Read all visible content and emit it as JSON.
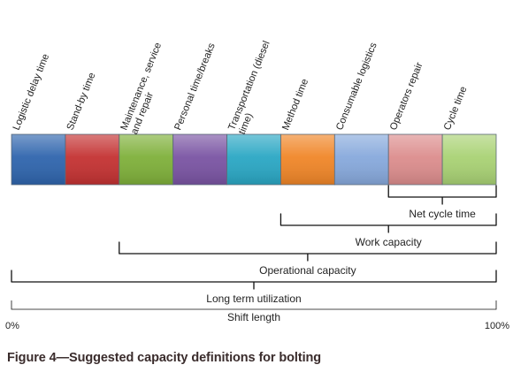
{
  "diagram": {
    "segments": [
      {
        "label": "Logistic delay time",
        "color": "#2f65ad",
        "wrap": [
          "Logistic delay time"
        ]
      },
      {
        "label": "Stand-by time",
        "color": "#c43232",
        "wrap": [
          "Stand-by time"
        ]
      },
      {
        "label": "Maintenance, service and repair",
        "color": "#7fb03a",
        "wrap": [
          "Maintenance, service",
          "and repair"
        ]
      },
      {
        "label": "Personal time/breaks",
        "color": "#7a54a3",
        "wrap": [
          "Personal time/breaks"
        ]
      },
      {
        "label": "Transportation (diesel time)",
        "color": "#2aa7c4",
        "wrap": [
          "Transportation (diesel",
          "time)"
        ]
      },
      {
        "label": "Method time",
        "color": "#f08628",
        "wrap": [
          "Method time"
        ]
      },
      {
        "label": "Consumable logistics",
        "color": "#87a9dc",
        "wrap": [
          "Consumable logistics"
        ]
      },
      {
        "label": "Operators repair",
        "color": "#dc8d8d",
        "wrap": [
          "Operators repair"
        ]
      },
      {
        "label": "Cycle time",
        "color": "#a9d274",
        "wrap": [
          "Cycle time"
        ]
      }
    ],
    "brackets": [
      {
        "label": "Net cycle time",
        "from_segment": 7
      },
      {
        "label": "Work capacity",
        "from_segment": 5
      },
      {
        "label": "Operational capacity",
        "from_segment": 2
      },
      {
        "label": "Long term utilization",
        "from_segment": 0
      }
    ],
    "shift_label": "Shift length",
    "axis_start": "0%",
    "axis_end": "100%"
  },
  "caption": "Figure 4—Suggested capacity definitions for bolting"
}
